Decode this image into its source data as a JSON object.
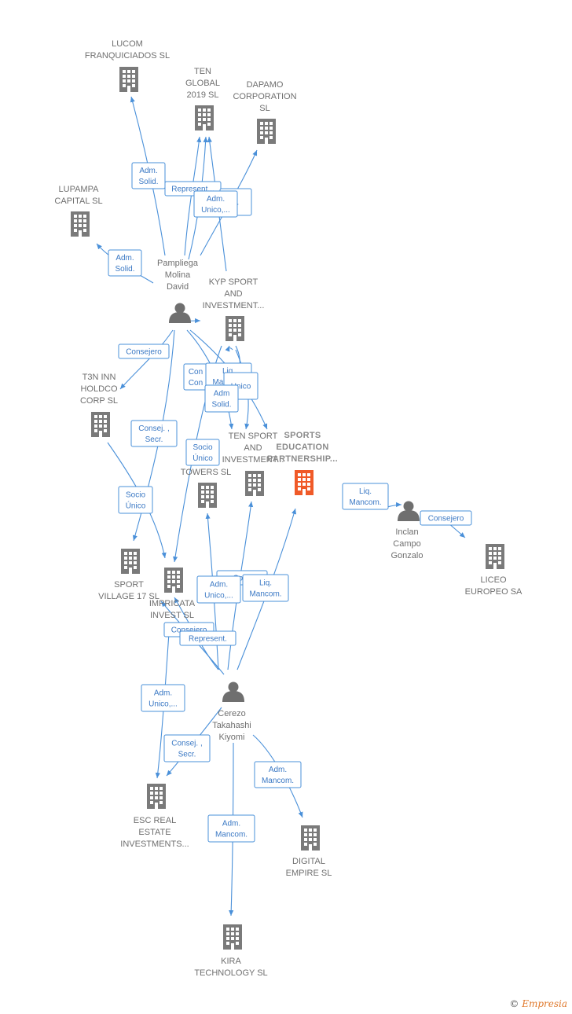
{
  "colors": {
    "edge": "#4a90d9",
    "company": "#7a7a7a",
    "highlight": "#f05a28",
    "person": "#6f6f6f",
    "label": "#6f6f6f"
  },
  "nodes": [
    {
      "id": "lucom",
      "type": "company",
      "lines": [
        "LUCOM",
        "FRANQUICIADOS SL"
      ]
    },
    {
      "id": "tenglobal",
      "type": "company",
      "lines": [
        "TEN",
        "GLOBAL",
        "2019  SL"
      ]
    },
    {
      "id": "dapamo",
      "type": "company",
      "lines": [
        "DAPAMO",
        "CORPORATION",
        "SL"
      ]
    },
    {
      "id": "lupampa",
      "type": "company",
      "lines": [
        "LUPAMPA",
        "CAPITAL  SL"
      ]
    },
    {
      "id": "pampliega",
      "type": "person",
      "lines": [
        "Pampliega",
        "Molina",
        "David"
      ]
    },
    {
      "id": "kyp",
      "type": "company",
      "lines": [
        "KYP SPORT",
        "AND",
        "INVESTMENT..."
      ]
    },
    {
      "id": "t3n",
      "type": "company",
      "lines": [
        "T3N INN",
        "HOLDCO",
        "CORP  SL"
      ]
    },
    {
      "id": "towers",
      "type": "company",
      "lines": [
        "TOWERS SL"
      ]
    },
    {
      "id": "tensport",
      "type": "company",
      "lines": [
        "TEN SPORT",
        "AND",
        "INVESTMENT..."
      ]
    },
    {
      "id": "sports",
      "type": "highlight",
      "lines": [
        "SPORTS",
        "EDUCATION",
        "PARTNERSHIP..."
      ]
    },
    {
      "id": "inclan",
      "type": "person",
      "lines": [
        "Inclan",
        "Campo",
        "Gonzalo"
      ]
    },
    {
      "id": "liceo",
      "type": "company",
      "lines": [
        "LICEO",
        "EUROPEO SA"
      ]
    },
    {
      "id": "village",
      "type": "company",
      "lines": [
        "SPORT",
        "VILLAGE 17  SL"
      ]
    },
    {
      "id": "impricata",
      "type": "company",
      "lines": [
        "IMPRICATA",
        "INVEST  SL"
      ]
    },
    {
      "id": "cerezo",
      "type": "person",
      "lines": [
        "Cerezo",
        "Takahashi",
        "Kiyomi"
      ]
    },
    {
      "id": "esc",
      "type": "company",
      "lines": [
        "ESC REAL",
        "ESTATE",
        "INVESTMENTS..."
      ]
    },
    {
      "id": "digital",
      "type": "company",
      "lines": [
        "DIGITAL",
        "EMPIRE  SL"
      ]
    },
    {
      "id": "kira",
      "type": "company",
      "lines": [
        "KIRA",
        "TECHNOLOGY SL"
      ]
    }
  ],
  "relations": [
    {
      "id": "r1",
      "lines": [
        "Adm.",
        "Solid."
      ]
    },
    {
      "id": "r2",
      "lines": [
        "Represent..."
      ]
    },
    {
      "id": "r3",
      "lines": [
        "..."
      ]
    },
    {
      "id": "r4",
      "lines": [
        "Adm.",
        "Unico,..."
      ]
    },
    {
      "id": "r5",
      "lines": [
        "Adm.",
        "Solid."
      ]
    },
    {
      "id": "r6",
      "lines": [
        "Consejero"
      ]
    },
    {
      "id": "r7",
      "lines": [
        "Con",
        "Con"
      ]
    },
    {
      "id": "r8",
      "lines": [
        "Liq.",
        "Mancom."
      ]
    },
    {
      "id": "r9",
      "lines": [
        "Unico"
      ]
    },
    {
      "id": "r10",
      "lines": [
        "Adm",
        "Solid."
      ]
    },
    {
      "id": "r11",
      "lines": [
        "Consej. ,",
        "Secr."
      ]
    },
    {
      "id": "r12",
      "lines": [
        "Socio",
        "Único"
      ]
    },
    {
      "id": "r13",
      "lines": [
        "Socio",
        "Único"
      ]
    },
    {
      "id": "r14",
      "lines": [
        "Liq.",
        "Mancom."
      ]
    },
    {
      "id": "r15",
      "lines": [
        "Consejero"
      ]
    },
    {
      "id": "r16",
      "lines": [
        "Cons"
      ]
    },
    {
      "id": "r17",
      "lines": [
        "Adm.",
        "Unico,..."
      ]
    },
    {
      "id": "r18",
      "lines": [
        "Liq.",
        "Mancom."
      ]
    },
    {
      "id": "r19",
      "lines": [
        "Consejero"
      ]
    },
    {
      "id": "r20",
      "lines": [
        "Represent."
      ]
    },
    {
      "id": "r21",
      "lines": [
        "Adm.",
        "Unico,..."
      ]
    },
    {
      "id": "r22",
      "lines": [
        "Consej. ,",
        "Secr."
      ]
    },
    {
      "id": "r23",
      "lines": [
        "Adm.",
        "Mancom."
      ]
    },
    {
      "id": "r24",
      "lines": [
        "Adm.",
        "Mancom."
      ]
    }
  ],
  "credit": {
    "symbol": "©",
    "brand": "Empresia"
  }
}
